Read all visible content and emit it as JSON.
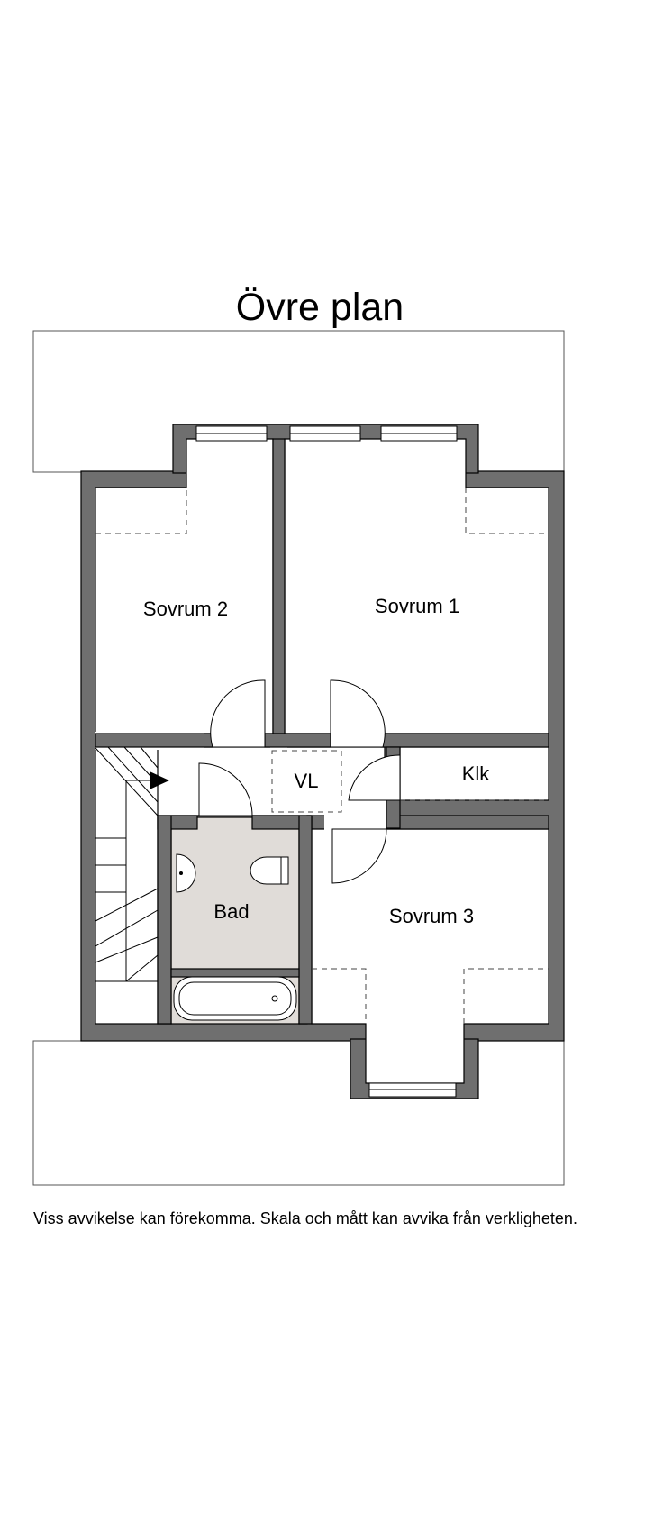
{
  "title": "Övre plan",
  "rooms": {
    "sovrum2": "Sovrum 2",
    "sovrum1": "Sovrum 1",
    "sovrum3": "Sovrum 3",
    "vl": "VL",
    "klk": "Klk",
    "bad": "Bad"
  },
  "disclaimer": "Viss avvikelse kan förekomma. Skala och mått kan avvika från verkligheten.",
  "colors": {
    "wall": "#6f6f6f",
    "bathroom_floor": "#e0dcd8",
    "background": "#ffffff"
  }
}
